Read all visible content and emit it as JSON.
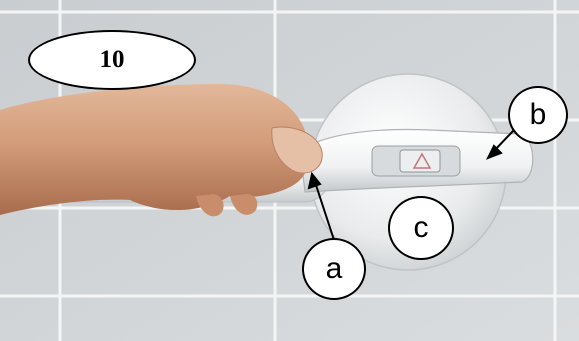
{
  "step": {
    "number": "10"
  },
  "callouts": {
    "a": "a",
    "b": "b",
    "c": "c"
  },
  "icons": {
    "photo": "bath-grab-bar-suction-cup-photo",
    "pointer": "arrow-pointer"
  }
}
